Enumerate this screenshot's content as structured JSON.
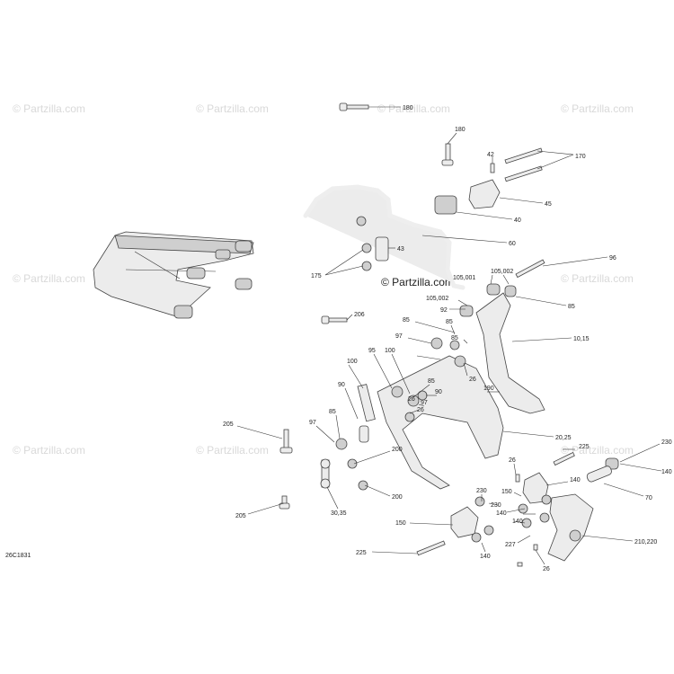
{
  "watermark": "© Partzilla.com",
  "brand_logo": "© Partzilla.com",
  "diagram_code": "26C1831",
  "callouts": [
    {
      "id": "c180a",
      "text": "180"
    },
    {
      "id": "c180b",
      "text": "180"
    },
    {
      "id": "c42",
      "text": "42"
    },
    {
      "id": "c170",
      "text": "170"
    },
    {
      "id": "c45",
      "text": "45"
    },
    {
      "id": "c40",
      "text": "40"
    },
    {
      "id": "c60",
      "text": "60"
    },
    {
      "id": "c43",
      "text": "43"
    },
    {
      "id": "c175",
      "text": "175"
    },
    {
      "id": "c96",
      "text": "96"
    },
    {
      "id": "c105001",
      "text": "105,001"
    },
    {
      "id": "c105002a",
      "text": "105,002"
    },
    {
      "id": "c105002b",
      "text": "105,002"
    },
    {
      "id": "c85a",
      "text": "85"
    },
    {
      "id": "c92",
      "text": "92"
    },
    {
      "id": "c206",
      "text": "206"
    },
    {
      "id": "c85b",
      "text": "85"
    },
    {
      "id": "c85c",
      "text": "85"
    },
    {
      "id": "c97a",
      "text": "97"
    },
    {
      "id": "c1015",
      "text": "10,15"
    },
    {
      "id": "c85d",
      "text": "85"
    },
    {
      "id": "c95",
      "text": "95"
    },
    {
      "id": "c100a",
      "text": "100"
    },
    {
      "id": "c100b",
      "text": "100"
    },
    {
      "id": "c26a",
      "text": "26"
    },
    {
      "id": "c90a",
      "text": "90"
    },
    {
      "id": "c85e",
      "text": "85"
    },
    {
      "id": "c26b",
      "text": "26"
    },
    {
      "id": "c190",
      "text": "190"
    },
    {
      "id": "c90b",
      "text": "90"
    },
    {
      "id": "c97b",
      "text": "97"
    },
    {
      "id": "c85f",
      "text": "85"
    },
    {
      "id": "c97c",
      "text": "97"
    },
    {
      "id": "c26c",
      "text": "26"
    },
    {
      "id": "c205a",
      "text": "205"
    },
    {
      "id": "c2025",
      "text": "20,25"
    },
    {
      "id": "c225a",
      "text": "225"
    },
    {
      "id": "c230a",
      "text": "230"
    },
    {
      "id": "c200a",
      "text": "200"
    },
    {
      "id": "c26d",
      "text": "26"
    },
    {
      "id": "c140a",
      "text": "140"
    },
    {
      "id": "c140b",
      "text": "140"
    },
    {
      "id": "c200b",
      "text": "200"
    },
    {
      "id": "c230b",
      "text": "230"
    },
    {
      "id": "c150a",
      "text": "150"
    },
    {
      "id": "c70",
      "text": "70"
    },
    {
      "id": "c3035",
      "text": "30,35"
    },
    {
      "id": "c140c",
      "text": "140"
    },
    {
      "id": "c230c",
      "text": "230"
    },
    {
      "id": "c205b",
      "text": "205"
    },
    {
      "id": "c140d",
      "text": "140"
    },
    {
      "id": "c150b",
      "text": "150"
    },
    {
      "id": "c227",
      "text": "227"
    },
    {
      "id": "c210220",
      "text": "210,220"
    },
    {
      "id": "c225b",
      "text": "225"
    },
    {
      "id": "c140e",
      "text": "140"
    },
    {
      "id": "c26e",
      "text": "26"
    }
  ]
}
